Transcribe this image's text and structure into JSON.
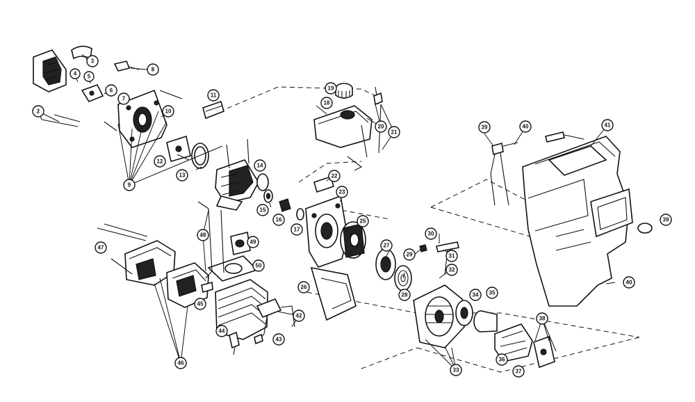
{
  "callouts": [
    "2",
    "3",
    "4",
    "5",
    "6",
    "7",
    "8",
    "9",
    "10",
    "11",
    "12",
    "13",
    "14",
    "15",
    "16",
    "17",
    "18",
    "19",
    "20",
    "21",
    "22",
    "23",
    "25",
    "26",
    "27",
    "28",
    "29",
    "30",
    "31",
    "32",
    "33",
    "34",
    "35",
    "36",
    "37",
    "38",
    "39",
    "40",
    "41",
    "42",
    "43",
    "44",
    "45",
    "46",
    "47",
    "48",
    "49",
    "50"
  ]
}
